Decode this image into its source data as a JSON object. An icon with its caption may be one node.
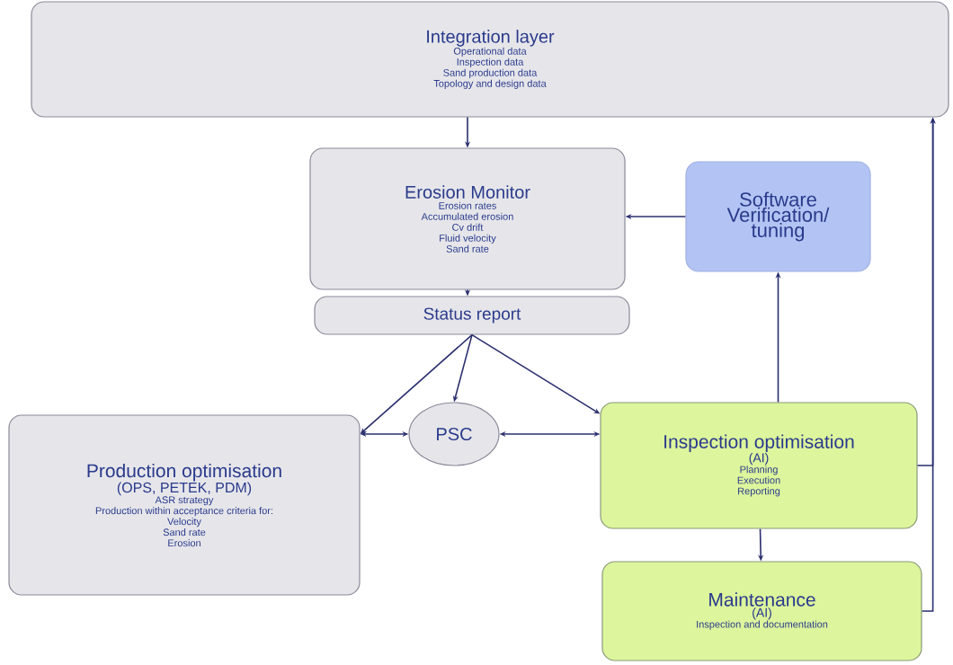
{
  "diagram": {
    "nodes": [
      {
        "text": [
          "Integration layer",
          "Operational data",
          "Inspection data",
          "Sand production data",
          "Topology and design data"
        ]
      },
      {
        "text": [
          "Erosion Monitor",
          "Erosion rates",
          "Accumulated erosion",
          "Cv drift",
          "Fluid velocity",
          "Sand rate"
        ]
      },
      {
        "text": [
          "Software Verification/ tuning"
        ]
      },
      {
        "text": [
          "Status report"
        ]
      },
      {
        "text": [
          "Production optimisation",
          "(OPS, PETEK, PDM)",
          "ASR strategy",
          "Production within acceptance criteria for:",
          "Velocity",
          "Sand rate",
          "Erosion"
        ]
      },
      {
        "text": [
          "PSC"
        ]
      },
      {
        "text": [
          "Inspection optimisation",
          "(AI)",
          "Planning",
          "Execution",
          "Reporting"
        ]
      },
      {
        "text": [
          "Maintenance",
          "(AI)",
          "Inspection and documentation"
        ]
      }
    ],
    "edges": [
      {
        "from": 0,
        "to": 1,
        "arrow": "to"
      },
      {
        "from": 2,
        "to": 1,
        "arrow": "to"
      },
      {
        "from": 1,
        "to": 3,
        "arrow": "to"
      },
      {
        "from": 3,
        "to": 4,
        "arrow": "to"
      },
      {
        "from": 3,
        "to": 5,
        "arrow": "to"
      },
      {
        "from": 3,
        "to": 6,
        "arrow": "to"
      },
      {
        "from": 4,
        "to": 5,
        "arrow": "both"
      },
      {
        "from": 5,
        "to": 6,
        "arrow": "both"
      },
      {
        "from": 6,
        "to": 2,
        "arrow": "to"
      },
      {
        "from": 6,
        "to": 7,
        "arrow": "to"
      },
      {
        "from": 6,
        "to": 0,
        "arrow": "to"
      },
      {
        "from": 7,
        "to": 0,
        "arrow": "to"
      }
    ]
  }
}
